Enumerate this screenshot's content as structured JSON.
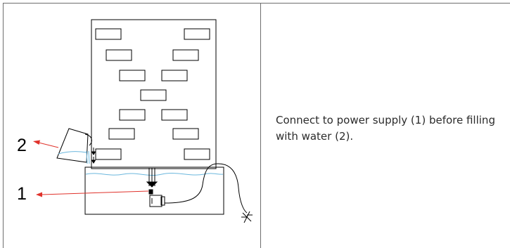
{
  "instruction": {
    "text": "Connect to power supply (1) before filling with water (2)."
  },
  "illustration": {
    "callouts": [
      {
        "number": "2",
        "meaning": "filling with water"
      },
      {
        "number": "1",
        "meaning": "power supply"
      }
    ],
    "colors": {
      "line": "#000000",
      "water": "#6bb7dd",
      "arrow": "#e0322b",
      "rule": "#6e6e6e"
    }
  }
}
